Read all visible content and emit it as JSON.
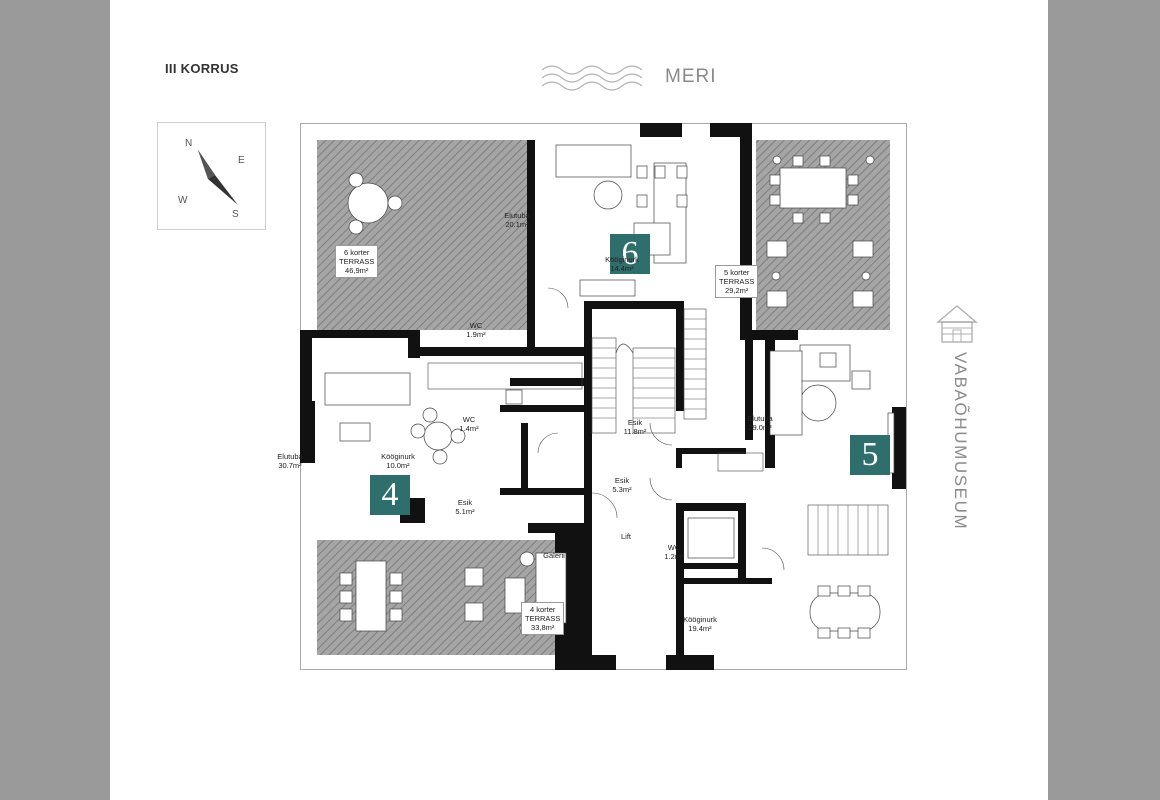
{
  "floor_title": "III KORRUS",
  "sea_label": "MERI",
  "museum_label": "VABAÕHUMUSEUM",
  "compass": {
    "n": "N",
    "e": "E",
    "s": "S",
    "w": "W"
  },
  "apartments": {
    "a4": "4",
    "a5": "5",
    "a6": "6"
  },
  "rooms": {
    "elutuba6_name": "Elutuba",
    "elutuba6_area": "20.1m²",
    "kook6_name": "Kööginurk",
    "kook6_area": "14.4m²",
    "terrass6_line1": "6 korter",
    "terrass6_line2": "TERRASS",
    "terrass6_area": "46,9m²",
    "wc6_name": "WC",
    "wc6_area": "1.9m²",
    "terrass5_line1": "5 korter",
    "terrass5_line2": "TERRASS",
    "terrass5_area": "29,2m²",
    "elutuba4_name": "Elutuba",
    "elutuba4_area": "30.7m²",
    "kook4_name": "Kööginurk",
    "kook4_area": "10.0m²",
    "wc4_name": "WC",
    "wc4_area": "1.4m²",
    "esik4_name": "Esik",
    "esik4_area": "5.1m²",
    "esik6_name": "Esik",
    "esik6_area": "11.8m²",
    "esik5_name": "Esik",
    "esik5_area": "5.3m²",
    "elutuba5_name": "Elutuba",
    "elutuba5_area": "29.0m²",
    "galerii_name": "Galerii",
    "lift_name": "Lift",
    "wc5_name": "WC",
    "wc5_area": "1.2m²",
    "kook5_name": "Kööginurk",
    "kook5_area": "19.4m²",
    "terrass4_line1": "4 korter",
    "terrass4_line2": "TERRASS",
    "terrass4_area": "33,8m²"
  },
  "colors": {
    "accent": "#2e6e6c",
    "wall": "#111111",
    "hatch": "#8c8c8c",
    "frame": "#9a9a9a"
  }
}
